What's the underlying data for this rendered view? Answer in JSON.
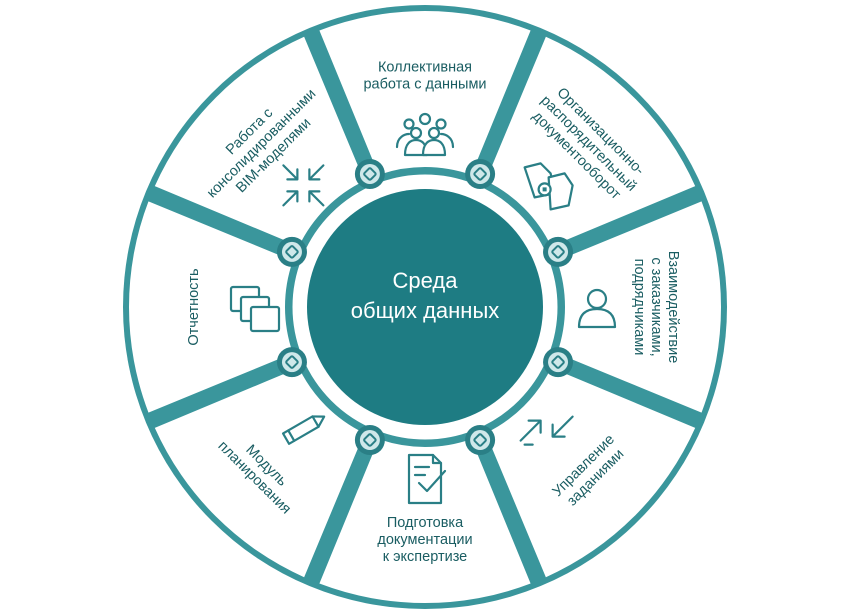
{
  "center": {
    "lines": [
      "Среда",
      "общих данных"
    ]
  },
  "segments": [
    {
      "id": "collab",
      "lines": [
        "Коллективная",
        "работа с данными"
      ],
      "icon": "people-group-icon"
    },
    {
      "id": "org-docs",
      "lines": [
        "Организационно-",
        "распорядительный",
        "документооборот"
      ],
      "icon": "documents-exchange-icon"
    },
    {
      "id": "clients",
      "lines": [
        "Взаимодействие",
        "с заказчиками,",
        "подрядчиками"
      ],
      "icon": "person-icon"
    },
    {
      "id": "tasks",
      "lines": [
        "Управление",
        "заданиями"
      ],
      "icon": "arrows-icon"
    },
    {
      "id": "expertise",
      "lines": [
        "Подготовка",
        "документации",
        "к экспертизе"
      ],
      "icon": "document-check-icon"
    },
    {
      "id": "planning",
      "lines": [
        "Модуль",
        "планирования"
      ],
      "icon": "pencil-icon"
    },
    {
      "id": "reports",
      "lines": [
        "Отчетность"
      ],
      "icon": "copy-documents-icon"
    },
    {
      "id": "bim",
      "lines": [
        "Работа с",
        "консолидированными",
        "BIM-моделями"
      ],
      "icon": "converge-arrows-icon"
    }
  ],
  "colors": {
    "ring": "#3a969c",
    "segment_fill": "#ffffff",
    "center_fill": "#1e7c83",
    "connector_outer": "#2a7f86",
    "connector_inner": "#cfe8ea",
    "label": "#1a5d62"
  }
}
